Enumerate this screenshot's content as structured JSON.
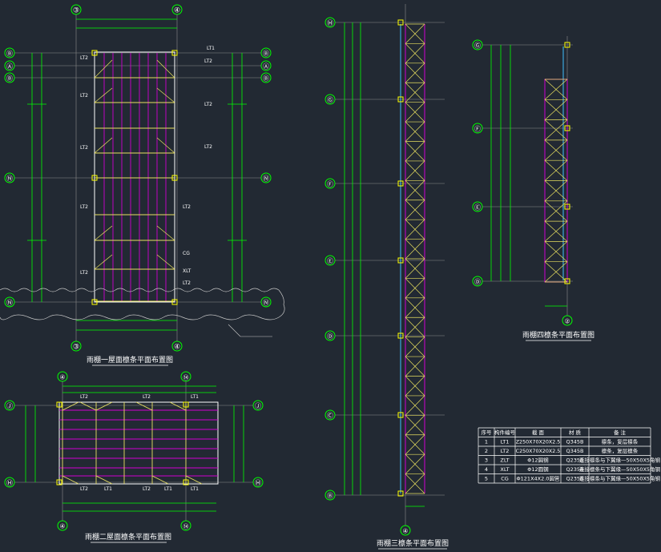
{
  "colors": {
    "background": "#222933",
    "grid_axis": "#00e000",
    "dimension": "#00ff00",
    "purlin": "#d000d0",
    "beam": "#ffff60",
    "brace": "#ffffff",
    "label_white": "#ffffff",
    "column_marker": "#ffff00",
    "tie_cyan": "#40c0ff",
    "gray_ref": "#8c8c8c"
  },
  "drawing1": {
    "title": "雨棚一屋面檩条平面布置图",
    "axis_top": [
      "③",
      "④"
    ],
    "axis_bottom": [
      "③",
      "④"
    ],
    "axis_left": [
      "Ⓑ",
      "Ⓐ",
      "Ⓑ",
      "Ⓝ",
      "Ⓝ"
    ],
    "axis_right": [
      "Ⓑ",
      "Ⓐ",
      "Ⓑ",
      "Ⓝ",
      "Ⓝ"
    ],
    "purlin_labels": [
      "LT2",
      "LT2",
      "LT2",
      "LT2",
      "LT2",
      "LT2",
      "LT2",
      "LT2",
      "LT2",
      "LT2"
    ],
    "brace_labels": [
      "CG",
      "XLT",
      "LT1"
    ]
  },
  "drawing2": {
    "title": "雨棚二屋面檩条平面布置图",
    "axis_top": [
      "④",
      "⑭"
    ],
    "axis_bottom": [
      "④",
      "⑭"
    ],
    "axis_left": [
      "Ⓙ",
      "Ⓗ"
    ],
    "axis_right": [
      "Ⓙ",
      "Ⓗ"
    ],
    "purlin_labels": [
      "LT2",
      "LT2",
      "LT2",
      "LT2"
    ],
    "brace_labels": [
      "LT1",
      "LT1",
      "LT1",
      "LT1"
    ]
  },
  "drawing3": {
    "title": "雨棚三檩条平面布置图",
    "axis_left": [
      "Ⓗ",
      "Ⓖ",
      "Ⓕ",
      "Ⓔ",
      "Ⓓ",
      "Ⓒ",
      "Ⓑ"
    ],
    "axis_bottom": [
      "④"
    ]
  },
  "drawing4": {
    "title": "雨棚四檩条平面布置图",
    "axis_left": [
      "Ⓖ",
      "Ⓕ",
      "Ⓔ",
      "Ⓓ"
    ],
    "axis_bottom": [
      "②"
    ]
  },
  "table": {
    "headers": [
      "序号",
      "构件编号",
      "截 面",
      "材 质",
      "备 注"
    ],
    "rows": [
      [
        "1",
        "LT1",
        "Z250X70X20X2.5",
        "Q345B",
        "檩条，复层檩条"
      ],
      [
        "2",
        "LT2",
        "C250X70X20X2.5",
        "Q345B",
        "檩条，复层檩条"
      ],
      [
        "3",
        "ZLT",
        "Φ12圆钢",
        "Q235B",
        "连接檩条与下翼缘—50X50X5角钢"
      ],
      [
        "4",
        "XLT",
        "Φ12圆钢",
        "Q235B",
        "连接檩条与下翼缘—50X50X5角钢"
      ],
      [
        "5",
        "CG",
        "Φ121X4X2.0圆管",
        "Q235B",
        "连接檩条与下翼缘—50X50X5角钢"
      ]
    ]
  }
}
